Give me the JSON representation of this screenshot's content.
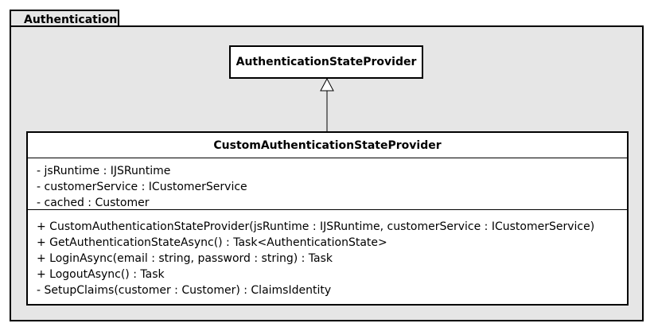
{
  "package": {
    "name": "Authentication"
  },
  "base_class": {
    "name": "AuthenticationStateProvider"
  },
  "derived_class": {
    "name": "CustomAuthenticationStateProvider",
    "attributes": [
      "- jsRuntime : IJSRuntime",
      "- customerService : ICustomerService",
      "- cached : Customer"
    ],
    "operations": [
      "+ CustomAuthenticationStateProvider(jsRuntime : IJSRuntime, customerService : ICustomerService)",
      "+ GetAuthenticationStateAsync() : Task<AuthenticationState>",
      "+ LoginAsync(email : string, password : string) : Task",
      "+ LogoutAsync() : Task",
      "- SetupClaims(customer : Customer) : ClaimsIdentity"
    ]
  },
  "relationship": {
    "type": "generalization"
  }
}
